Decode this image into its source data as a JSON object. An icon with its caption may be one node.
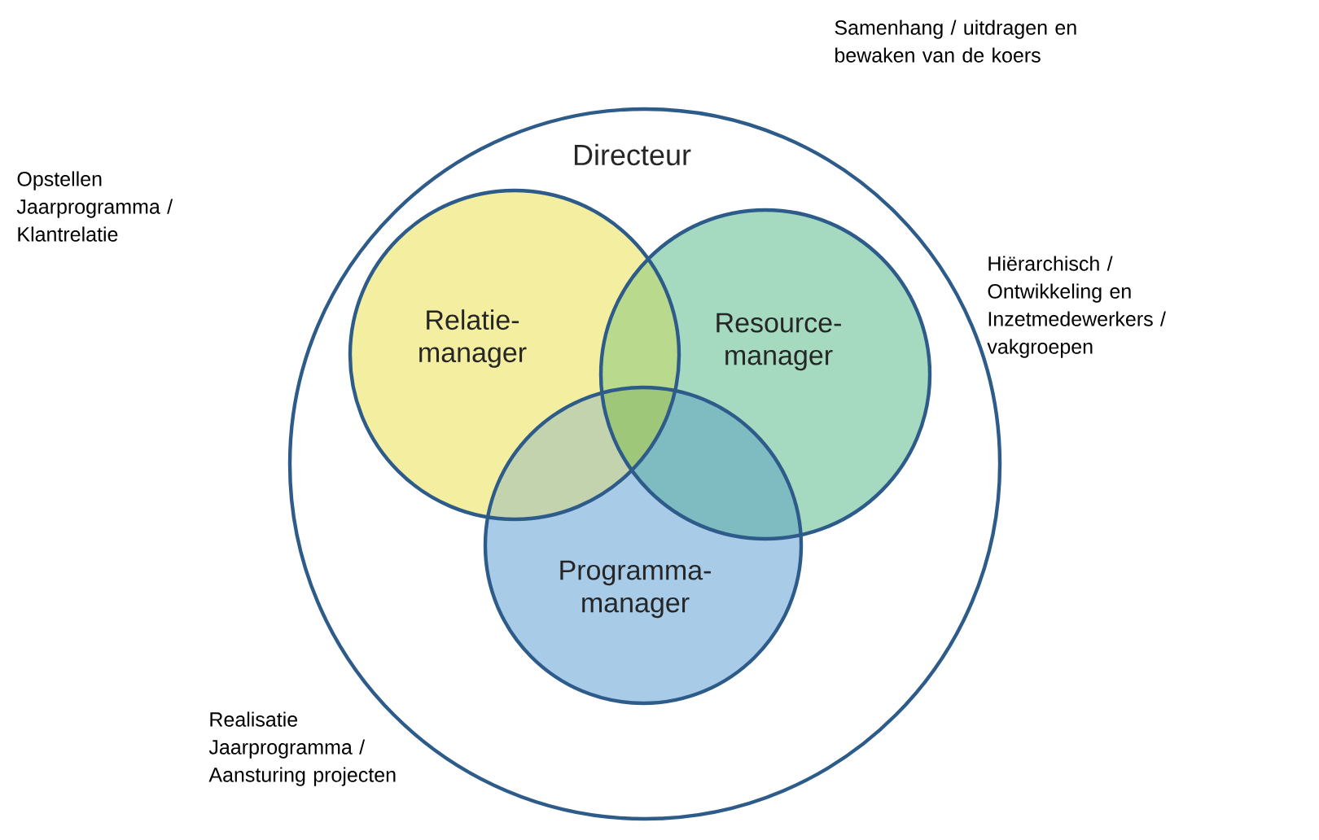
{
  "diagram": {
    "nodes": [
      {
        "text": [
          "Directeur"
        ]
      },
      {
        "text": [
          "Relatie- manager"
        ],
        "in": 0
      },
      {
        "text": [
          "Resource- manager"
        ],
        "in": 0
      },
      {
        "text": [
          "Programma- manager"
        ],
        "in": 0
      }
    ],
    "labels": [
      "Samenhang / uitdragen en bewaken van de koers",
      "Opstellen Jaarprogramma / Klantrelatie",
      "Hiërarchisch / Ontwikkeling en Inzetmedewerkers / vakgroepen",
      "Realisatie Jaarprogramma / Aansturing projecten"
    ]
  }
}
